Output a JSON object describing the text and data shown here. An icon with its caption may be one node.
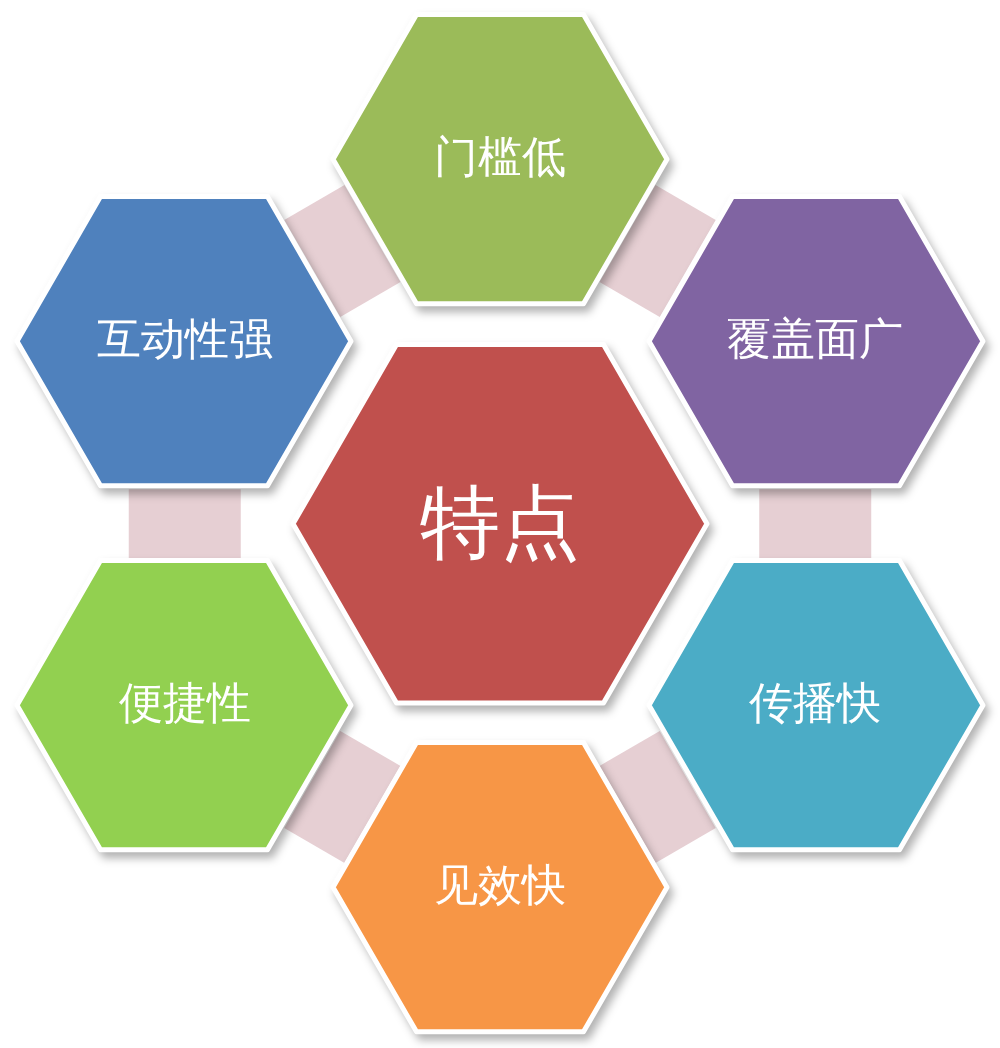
{
  "diagram": {
    "nodes": [
      {
        "text": [
          "门槛低"
        ]
      },
      {
        "text": [
          "互动性强"
        ]
      },
      {
        "text": [
          "覆盖面广"
        ]
      },
      {
        "text": [
          "特点"
        ]
      },
      {
        "text": [
          "便捷性"
        ]
      },
      {
        "text": [
          "传播快"
        ]
      },
      {
        "text": [
          "见效快"
        ]
      }
    ],
    "edges": [
      {
        "from": 0,
        "to": 2,
        "arrow": "none",
        "style": "thick"
      },
      {
        "from": 2,
        "to": 5,
        "arrow": "none",
        "style": "thick"
      },
      {
        "from": 5,
        "to": 6,
        "arrow": "none",
        "style": "thick"
      },
      {
        "from": 6,
        "to": 4,
        "arrow": "none",
        "style": "thick"
      },
      {
        "from": 4,
        "to": 1,
        "arrow": "none",
        "style": "thick"
      },
      {
        "from": 1,
        "to": 0,
        "arrow": "none",
        "style": "thick"
      }
    ]
  }
}
